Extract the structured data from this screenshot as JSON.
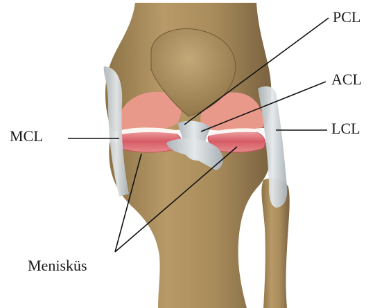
{
  "labels": {
    "pcl": "PCL",
    "acl": "ACL",
    "mcl": "MCL",
    "lcl": "LCL",
    "meniscus": "Menisküs"
  },
  "colors": {
    "bone": "#a88a58",
    "bone_light": "#c4a879",
    "bone_dark": "#7e6640",
    "cartilage": "#e89a86",
    "meniscus": "#d96a70",
    "ligament": "#c9cfd3",
    "leader_line": "#111111"
  }
}
